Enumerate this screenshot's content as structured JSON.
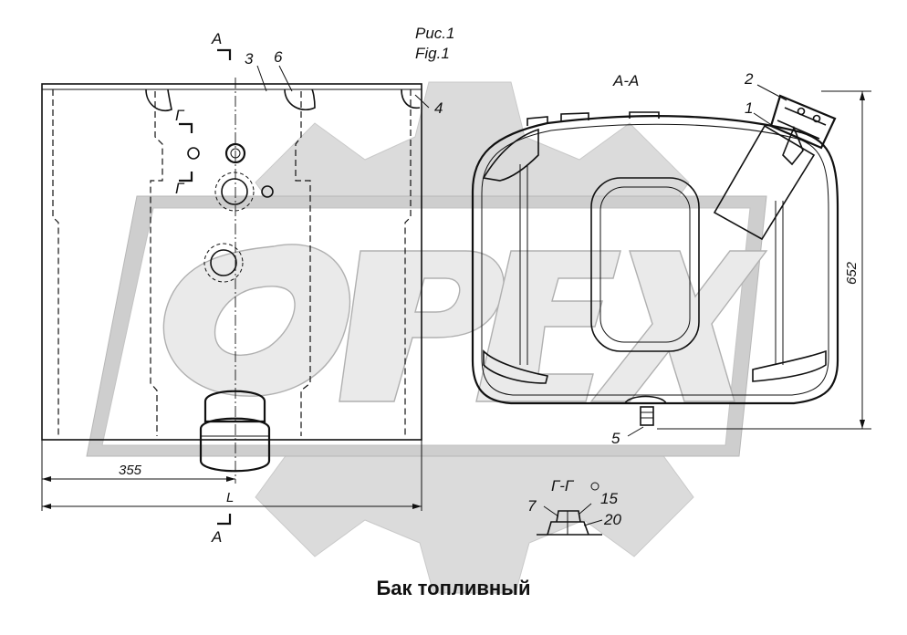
{
  "figure": {
    "caption_ru": "Рис.1",
    "caption_en": "Fig.1"
  },
  "section_marks": {
    "a_top": "A",
    "a_bottom": "A",
    "g_upper": "Г",
    "g_lower": "Г",
    "section_aa": "A-A",
    "section_gg": "Г-Г"
  },
  "part_labels": {
    "p1": "1",
    "p2": "2",
    "p3": "3",
    "p4": "4",
    "p5": "5",
    "p6": "6",
    "p7": "7",
    "p15": "15",
    "p20": "20"
  },
  "dimensions": {
    "width_partial": "355",
    "width_total": "L",
    "height": "652"
  },
  "watermark": {
    "text": "OPEX",
    "colors": {
      "gear": "#d6d6d6",
      "letters": "#e4e4e4",
      "outline": "#bdbdbd"
    }
  },
  "title": "Бак топливный"
}
